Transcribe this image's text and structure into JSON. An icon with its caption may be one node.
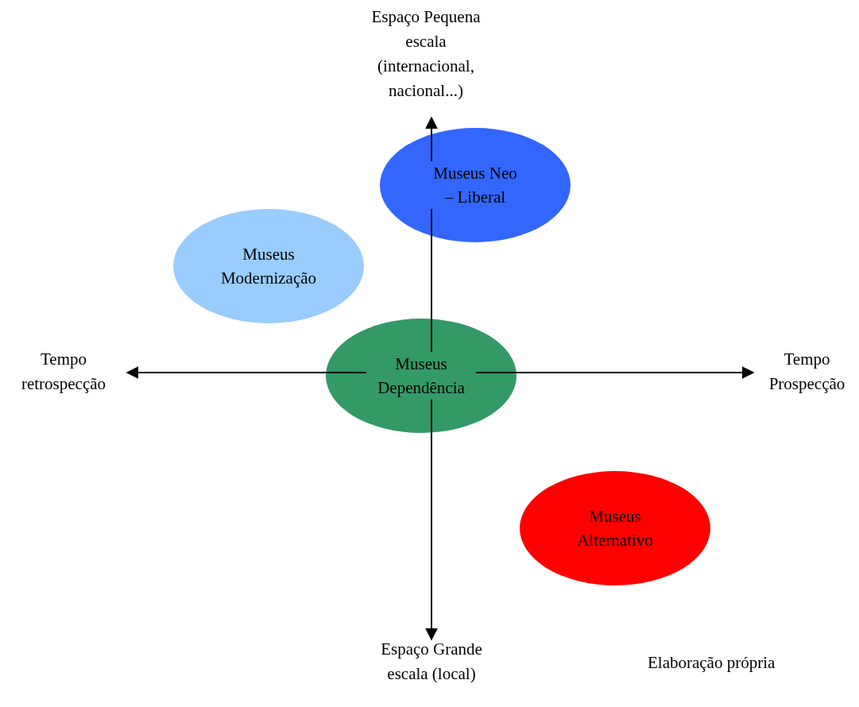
{
  "diagram": {
    "caption": "Elaboração própria",
    "nodes": [
      {
        "text": [
          "Museus Neo – Liberal"
        ]
      },
      {
        "text": [
          "Museus Modernização"
        ]
      },
      {
        "text": [
          "Museus Dependência"
        ]
      },
      {
        "text": [
          "Museus Alternativo"
        ]
      }
    ],
    "labels": [
      "Espaço Pequena escala (internacional, nacional...)",
      "Tempo retrospecção",
      "Tempo Prospecção",
      "Espaço Grande escala (local)"
    ]
  }
}
